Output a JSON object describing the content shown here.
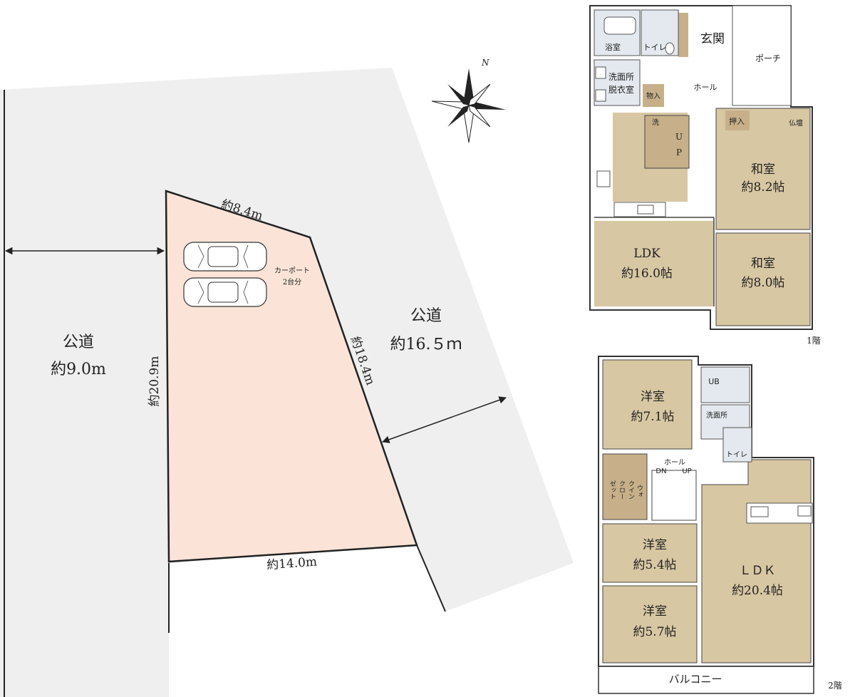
{
  "site": {
    "road_left_label": "公道",
    "road_left_width": "約9.0m",
    "road_right_label": "公道",
    "road_right_width": "約16.５ｍ",
    "dim_top": "約8.4m",
    "dim_left": "約20.9m",
    "dim_right": "約18.4m",
    "dim_bottom": "約14.0m",
    "carport_line1": "カーポート",
    "carport_line2": "2台分",
    "north": "N",
    "colors": {
      "lot": "#fbe4d7",
      "road": "#efefef",
      "room": "#d8c7a3",
      "stair": "#c7b089"
    }
  },
  "floor1": {
    "label": "1階",
    "bath": "浴室",
    "toilet": "トイレ",
    "entrance": "玄関",
    "porch": "ポーチ",
    "hall": "ホール",
    "washroom_1": "洗面所",
    "washroom_2": "脱衣室",
    "storage": "物入",
    "wash_mark": "洗",
    "up_1": "U",
    "up_2": "P",
    "closet": "押入",
    "altar": "仏壇",
    "washitsu1_name": "和室",
    "washitsu1_size": "約8.2帖",
    "ldk_name": "LDK",
    "ldk_size": "約16.0帖",
    "washitsu2_name": "和室",
    "washitsu2_size": "約8.0帖"
  },
  "floor2": {
    "label": "2階",
    "yoshitsu1_name": "洋室",
    "yoshitsu1_size": "約7.1帖",
    "ub": "UB",
    "washroom": "洗面所",
    "toilet": "トイレ",
    "hall": "ホール",
    "dn": "DN",
    "up": "UP",
    "wic_col1": "ウォ",
    "wic_col2": "クイン",
    "wic_col3": "クロー",
    "wic_col4": "ゼット",
    "yoshitsu2_name": "洋室",
    "yoshitsu2_size": "約5.4帖",
    "yoshitsu3_name": "洋室",
    "yoshitsu3_size": "約5.7帖",
    "ldk_name": "ＬＤＫ",
    "ldk_size": "約20.4帖",
    "balcony": "バルコニー"
  }
}
